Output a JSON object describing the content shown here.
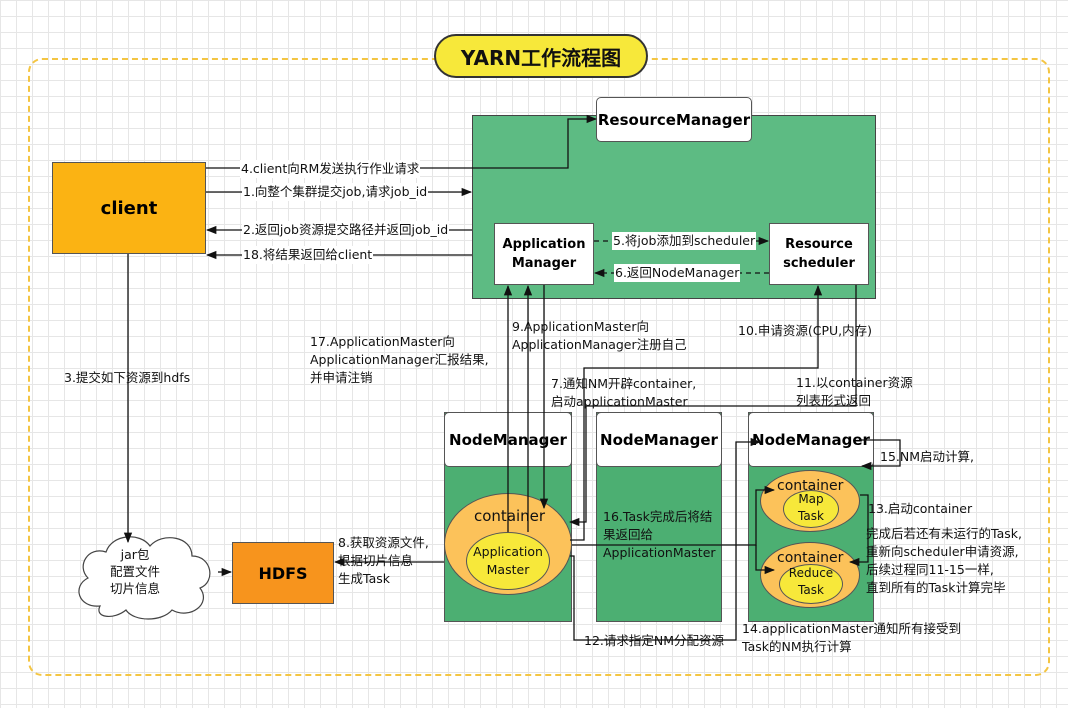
{
  "title": "YARN工作流程图",
  "nodes": {
    "resource_manager": "ResourceManager",
    "application_manager": "Application\nManager",
    "resource_scheduler": "Resource\nscheduler",
    "client": "client",
    "hdfs": "HDFS",
    "node_manager": "NodeManager",
    "container": "container",
    "application_master": "Application\nMaster",
    "map_task": "Map\nTask",
    "reduce_task": "Reduce\nTask",
    "cloud": "jar包\n配置文件\n切片信息"
  },
  "steps": {
    "s1": "1.向整个集群提交job,请求job_id",
    "s2": "2.返回job资源提交路径并返回job_id",
    "s3": "3.提交如下资源到hdfs",
    "s4": "4.client向RM发送执行作业请求",
    "s5": "5.将job添加到scheduler",
    "s6": "6.返回NodeManager",
    "s7": "7.通知NM开辟container,\n启动applicationMaster",
    "s8": "8.获取资源文件,\n根据切片信息\n生成Task",
    "s9": "9.ApplicationMaster向\nApplicationManager注册自己",
    "s10": "10.申请资源(CPU,内存)",
    "s11": "11.以container资源\n列表形式返回",
    "s12": "12.请求指定NM分配资源",
    "s13": "13.启动container",
    "s13b": "完成后若还有未运行的Task,\n重新向scheduler申请资源,\n后续过程同11-15一样,\n直到所有的Task计算完毕",
    "s14": "14.applicationMaster通知所有接受到\nTask的NM执行计算",
    "s15": "15.NM启动计算,",
    "s16": "16.Task完成后将结\n果返回给\nApplicationMaster",
    "s17": "17.ApplicationMaster向\nApplicationManager汇报结果,\n并申请注销",
    "s18": "18.将结果返回给client"
  },
  "colors": {
    "title_fill": "#f7e83a",
    "rm_area": "#5dbb83",
    "nm_area": "#4caf72",
    "client": "#fbb313",
    "hdfs": "#f7941d",
    "container": "#fcc25a",
    "task": "#f7e83a",
    "frame": "#f4c542"
  }
}
